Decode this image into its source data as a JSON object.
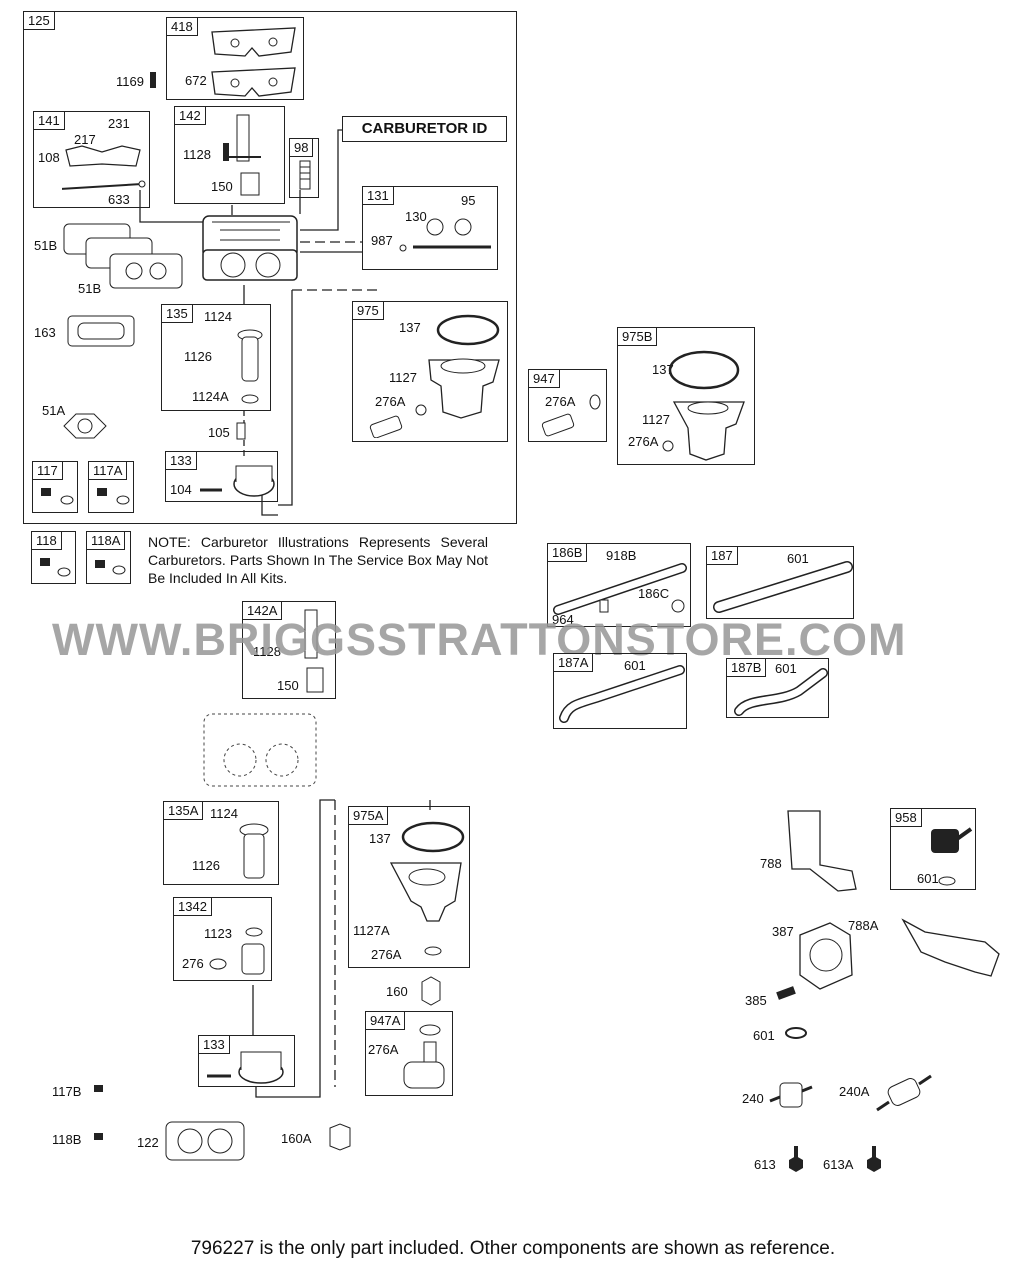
{
  "footer": "796227 is the only part included. Other components are shown as reference.",
  "watermark": "WWW.BRIGGSSTRATTONSTORE.COM",
  "carburetor_id": "CARBURETOR ID",
  "note": "NOTE: Carburetor Illustrations Represents Several Carburetors. Parts Shown In The Service Box May Not Be Included In All Kits.",
  "boxes": {
    "b125": "125",
    "b418": "418",
    "b141": "141",
    "b142": "142",
    "b98": "98",
    "b131": "131",
    "b135": "135",
    "b975": "975",
    "b947": "947",
    "b975b": "975B",
    "b133": "133",
    "b117": "117",
    "b117a": "117A",
    "b118": "118",
    "b118a": "118A",
    "b142a": "142A",
    "b186b": "186B",
    "b187": "187",
    "b187a": "187A",
    "b187b": "187B",
    "b135a": "135A",
    "b1342": "1342",
    "b975a": "975A",
    "b947a": "947A",
    "b133b": "133",
    "b958": "958"
  },
  "labels": {
    "l1169": "1169",
    "l672": "672",
    "l231": "231",
    "l217": "217",
    "l108": "108",
    "l633": "633",
    "l1128": "1128",
    "l150": "150",
    "l130": "130",
    "l95": "95",
    "l987": "987",
    "l51b_1": "51B",
    "l51b_2": "51B",
    "l163": "163",
    "l1124": "1124",
    "l1126": "1126",
    "l1124a": "1124A",
    "l137": "137",
    "l1127": "1127",
    "l276a": "276A",
    "l276a_947": "276A",
    "l137b": "137",
    "l1127b": "1127",
    "l276a_b": "276A",
    "l51a": "51A",
    "l105": "105",
    "l104": "104",
    "l918b": "918B",
    "l964": "964",
    "l186c": "186C",
    "l601_187": "601",
    "l601_187a": "601",
    "l601_187b": "601",
    "l1128_142a": "1128",
    "l150_142a": "150",
    "l1124_135a": "1124",
    "l1126_135a": "1126",
    "l1123": "1123",
    "l276": "276",
    "l137_975a": "137",
    "l1127a": "1127A",
    "l276a_975a": "276A",
    "l160": "160",
    "l276a_947a": "276A",
    "l117b": "117B",
    "l118b": "118B",
    "l122": "122",
    "l160a": "160A",
    "l788": "788",
    "l601_958": "601",
    "l387": "387",
    "l788a": "788A",
    "l385": "385",
    "l601_loose": "601",
    "l240": "240",
    "l240a": "240A",
    "l613": "613",
    "l613a": "613A"
  }
}
